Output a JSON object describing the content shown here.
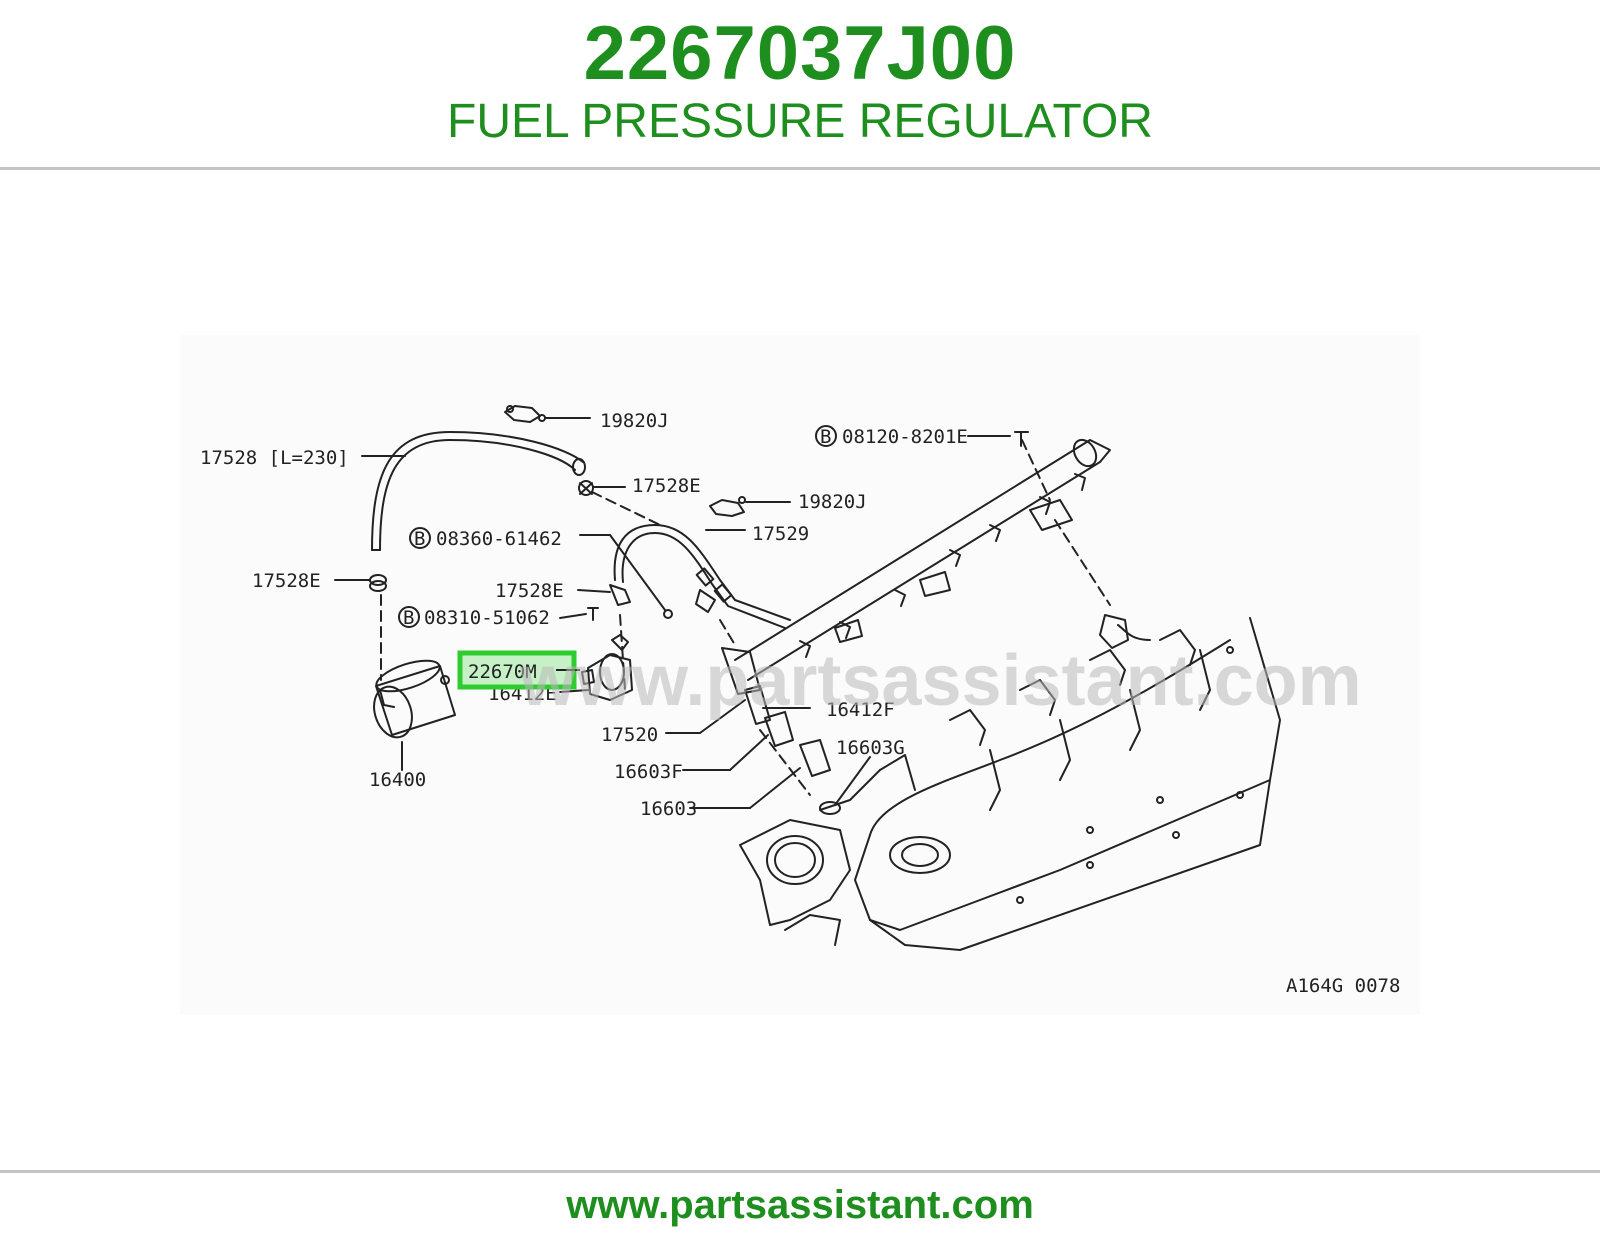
{
  "header": {
    "part_number": "2267037J00",
    "part_name": "FUEL PRESSURE REGULATOR"
  },
  "diagram": {
    "watermark": "www.partsassistant.com",
    "drawing_code": "A164G 0078",
    "highlighted_label": "22670M",
    "highlight_color": "#2ecc2e",
    "labels": {
      "p19820j_top": "19820J",
      "p17528_len": "17528 [L=230]",
      "p17528e_upper": "17528E",
      "p08120": "08120-8201E",
      "p19820j_mid": "19820J",
      "p17529": "17529",
      "p08360": "08360-61462",
      "p17528e_left": "17528E",
      "p17528e_mid": "17528E",
      "p08310": "08310-51062",
      "p16412e": "16412E",
      "p16412f": "16412F",
      "p17520": "17520",
      "p16603f": "16603F",
      "p16603g": "16603G",
      "p16603": "16603",
      "p16400": "16400"
    },
    "bolt_marker": "B"
  },
  "footer": {
    "website": "www.partsassistant.com"
  }
}
